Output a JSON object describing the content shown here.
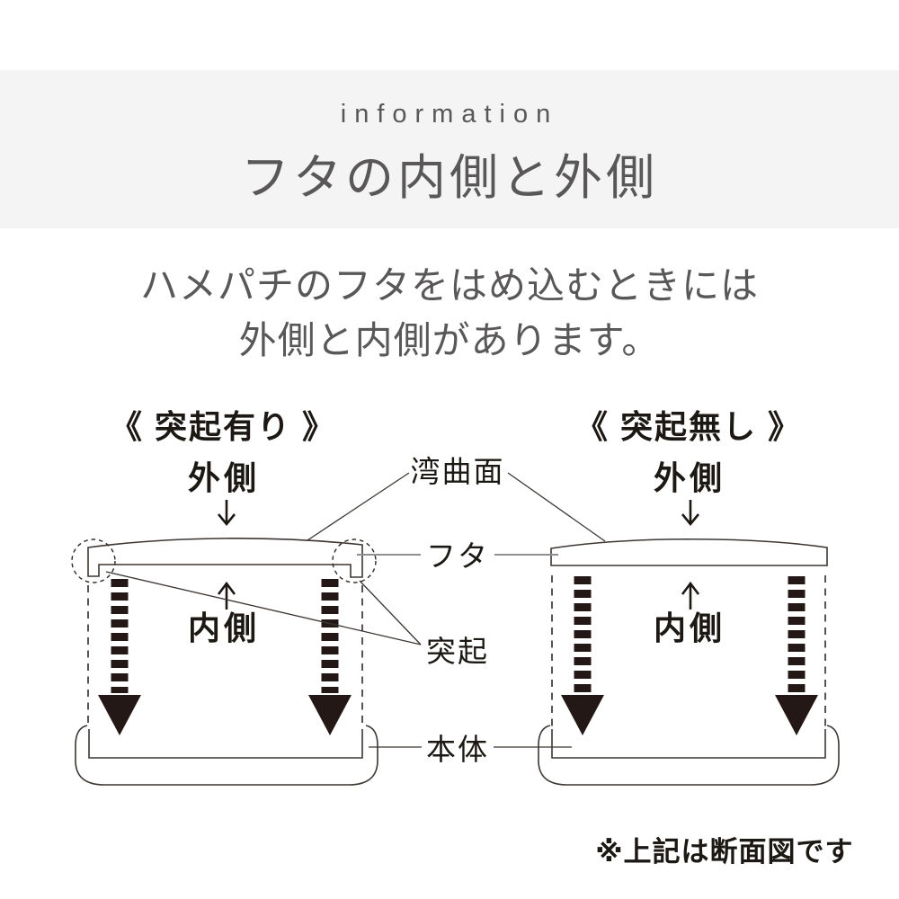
{
  "header": {
    "eyebrow": "information",
    "title": "フタの内側と外側",
    "band_color": "#f4f4f5",
    "text_color": "#595757"
  },
  "intro": {
    "line1": "ハメパチのフタをはめ込むときには",
    "line2": "外側と内側があります。"
  },
  "diagram": {
    "left": {
      "title": "《 突起有り 》",
      "outside_label": "外側",
      "inside_label": "内側"
    },
    "right": {
      "title": "《 突起無し 》",
      "outside_label": "外側",
      "inside_label": "内側"
    },
    "callouts": {
      "curved_surface": "湾曲面",
      "lid": "フタ",
      "protrusion": "突起",
      "body": "本体"
    },
    "note": "※上記は断面図です",
    "colors": {
      "ink": "#1c1814",
      "line": "#3c3633",
      "leader_gray": "#8f8f8f",
      "insert_arrow": "#231815"
    }
  }
}
